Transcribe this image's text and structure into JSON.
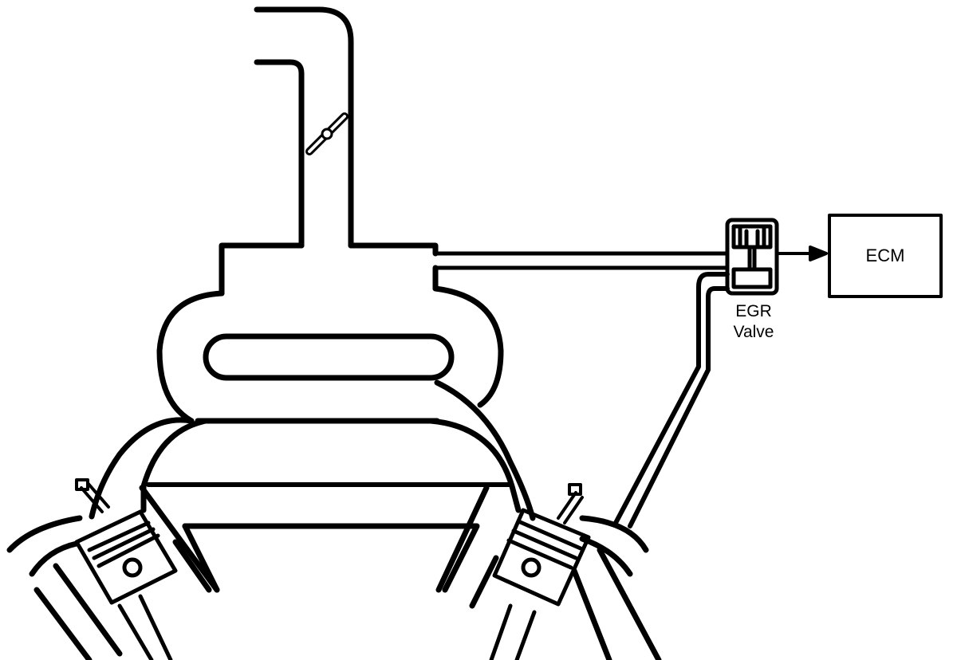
{
  "labels": {
    "ecm": "ECM",
    "egr_line1": "EGR",
    "egr_line2": "Valve"
  },
  "colors": {
    "line": "#000000",
    "background": "#ffffff"
  }
}
